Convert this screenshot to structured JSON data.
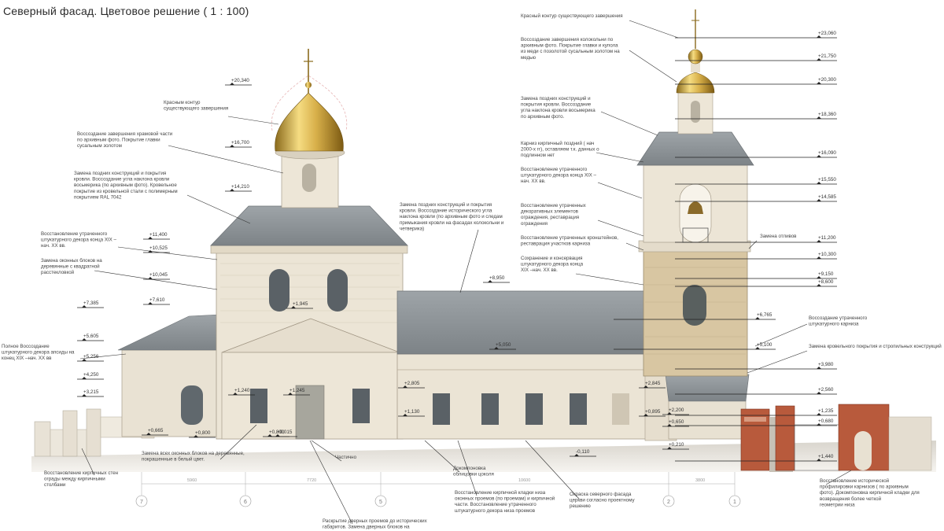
{
  "title": "Северный фасад. Цветовое решение ( 1 : 100)",
  "levels": [
    "+20,340",
    "+16,700",
    "+14,210",
    "+11,400",
    "+10,525",
    "+10,045",
    "+7,610",
    "+7,385",
    "+5,605",
    "+5,256",
    "+4,250",
    "+3,215",
    "+1,945",
    "+1,240",
    "+1,245",
    "+2,805",
    "+1,130",
    "+0,800",
    "+0,015",
    "+0,665",
    "+0,800",
    "+8,950",
    "+5,050",
    "+2,845",
    "+0,895",
    "+2,200",
    "+0,650",
    "-0,110",
    "+0,210",
    "+23,060",
    "+21,750",
    "+20,300",
    "+18,360",
    "+16,090",
    "+15,550",
    "+14,585",
    "+11,200",
    "+10,300",
    "+9,150",
    "+8,600",
    "+6,765",
    "+5,100",
    "+3,980",
    "+2,560",
    "+1,235",
    "+0,680",
    "+1,440"
  ],
  "notes": {
    "dome_outline": [
      "Красным контур",
      "существующего завершения"
    ],
    "dome_restore": [
      "Воссоздание завершения храмовой части",
      "по архивным фото. Покрытие главки",
      "сусальным золотом"
    ],
    "roof_replace": [
      "Замена поздних конструкций и покрытия",
      "кровли. Воссоздание угла наклона кровли",
      "восьмерика (по архивным фото). Кровельное",
      "покрытие из кровельной стали с полимерным",
      "покрытием RAL 7042"
    ],
    "decor_xix_left": [
      "Восстановление утраченного",
      "штукатурного декора конца XIX –",
      "нач. XX вв."
    ],
    "windows_replace": [
      "Замена оконных блоков на",
      "деревянные с квадратной",
      "расстекловкой"
    ],
    "apse_decor": [
      "Полное Воссоздание",
      "штукатурного декора апсиды на",
      "конец XIX –нач. XX вв"
    ],
    "center_roof": [
      "Замена поздних конструкций и покрытия",
      "кровли. Воссоздание исторического угла",
      "наклона кровли (по архивным фото и следам",
      "примыкания кровли на фасадах колокольни и",
      "четверика)"
    ],
    "bell_outline": [
      "Красный контур существующего завершения"
    ],
    "bell_restore": [
      "Воссоздание завершения колокольни по",
      "архивным фото. Покрытие главки и купола",
      "из меди с позолотой сусальным золотом на",
      "медью"
    ],
    "bell_roof": [
      "Замена поздних конструкций и",
      "покрытия кровли. Воссоздание",
      "угла наклона кровли восьмерика",
      "по архивным фото."
    ],
    "cornice": [
      "Карниз кирпичный поздний ( нач",
      "2000-х гг), оставляем т.к. данных о",
      "подлинном нет"
    ],
    "decor_xix_right": [
      "Восстановление утраченного",
      "штукатурного декора конца XIX –",
      "нач. XX вв."
    ],
    "decor_elements": [
      "Восстановление утраченных",
      "декоративных элементов",
      "ограждения, реставрация",
      "ограждения"
    ],
    "brackets": [
      "Восстановление утраченных кронштейнов,",
      "реставрация участков карниза"
    ],
    "preserve_decor": [
      "Сохранение и консервация",
      "штукатурного декора конца",
      "XIX –нач. XX вв."
    ],
    "drains": [
      "Замена отливов"
    ],
    "stucco_cornice": [
      "Воссоздание утраченного",
      "штукатурного карниза"
    ],
    "roof_full": [
      "Замена кровельного покрытия и стропильных конструкций"
    ],
    "fence": [
      "Восстановление кирпичных стен",
      "ограды между кирпичными",
      "столбами"
    ],
    "windows_wood": [
      "Замена всех оконных блоков на деревянные,",
      "покрашенные в белый цвет."
    ],
    "porch": [
      "Частично"
    ],
    "plinth": [
      "Докомпоновка",
      "облицовки цоколя"
    ],
    "brick_restore": [
      "Восстановление кирпичной кладки низа",
      "оконных проемов (по проемам) и кирпичной",
      "части. Восстановление утраченного",
      "штукатурного декора низа проемов"
    ],
    "facade_paint": [
      "Окраска северного фасада",
      "церкви согласно проектному",
      "решению"
    ],
    "pillars": [
      "Восстановление исторической",
      "профилировки карнизов ( по архивным",
      "фото). Докомпоновка кирпичной кладки для",
      "возвращения более четкой",
      "геометрии низа"
    ],
    "doors": [
      "Раскрытие дверных проемов до исторических",
      "габаритов. Замена дверных блоков на"
    ]
  },
  "axes": [
    "7",
    "6",
    "5",
    "2",
    "1"
  ],
  "dims": [
    "5960",
    "7720",
    "10600",
    "3800"
  ]
}
